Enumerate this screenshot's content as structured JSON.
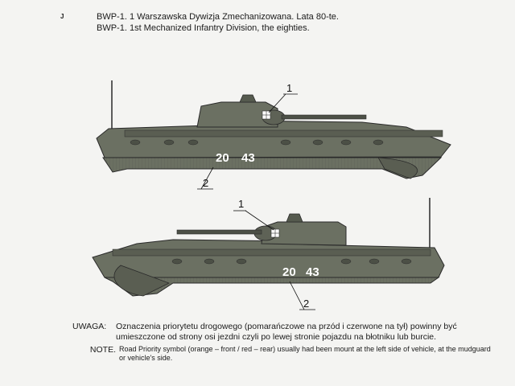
{
  "page_mark": "J",
  "caption": {
    "line_pl": "BWP-1. 1 Warszawska Dywizja Zmechanizowana. Lata 80-te.",
    "line_en": "BWP-1. 1st Mechanized Infantry Division, the eighties."
  },
  "vehicle_right_side": {
    "tactical_number_left": "20",
    "tactical_number_right": "43",
    "callout_1": "1",
    "callout_2": "2"
  },
  "vehicle_left_side": {
    "tactical_number_left": "20",
    "tactical_number_right": "43",
    "callout_1": "1",
    "callout_2": "2"
  },
  "notes": {
    "uwaga_label": "UWAGA:",
    "uwaga_text": "Oznaczenia priorytetu drogowego (pomarańczowe na przód i czerwone na tył) powinny być umieszczone od strony osi jezdni czyli po lewej stronie pojazdu na błotniku lub burcie.",
    "note_label": "NOTE.",
    "note_text": "Road Priority symbol (orange – front / red – rear) usually had been mount at the left side of vehicle, at the mudguard or vehicle's side."
  },
  "colors": {
    "hull": "#6b7062",
    "hull_dark": "#4c5046",
    "background": "#f4f4f2"
  }
}
